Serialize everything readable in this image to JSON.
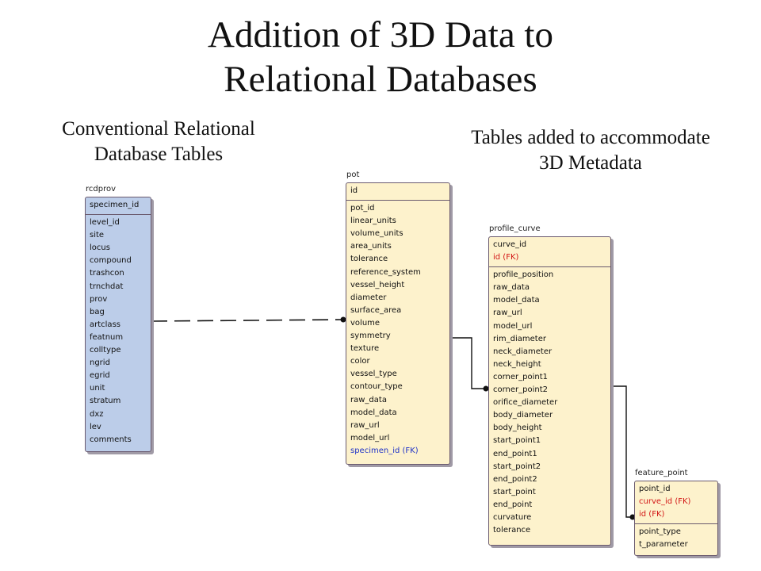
{
  "slide": {
    "title_line1": "Addition of 3D Data to",
    "title_line2": "Relational Databases",
    "left_caption_line1": "Conventional Relational",
    "left_caption_line2": "Database Tables",
    "right_caption_line1": "Tables added to accommodate",
    "right_caption_line2": "3D Metadata"
  },
  "colors": {
    "conventional_table_fill": "#bccde9",
    "added_table_fill": "#fdf2cc",
    "foreign_key_red": "#d21616",
    "foreign_key_blue": "#1f33c8"
  },
  "tables": {
    "rcdprov": {
      "name": "rcdprov",
      "keys": [
        "specimen_id"
      ],
      "attributes": [
        "level_id",
        "site",
        "locus",
        "compound",
        "trashcon",
        "trnchdat",
        "prov",
        "bag",
        "artclass",
        "featnum",
        "colltype",
        "ngrid",
        "egrid",
        "unit",
        "stratum",
        "dxz",
        "lev",
        "comments"
      ]
    },
    "pot": {
      "name": "pot",
      "keys": [
        "id"
      ],
      "attributes": [
        "pot_id",
        "linear_units",
        "volume_units",
        "area_units",
        "tolerance",
        "reference_system",
        "vessel_height",
        "diameter",
        "surface_area",
        "volume",
        "symmetry",
        "texture",
        "color",
        "vessel_type",
        "contour_type",
        "raw_data",
        "model_data",
        "raw_url",
        "model_url"
      ],
      "foreign_attributes": [
        "specimen_id (FK)"
      ]
    },
    "profile_curve": {
      "name": "profile_curve",
      "keys": [
        "curve_id"
      ],
      "foreign_keys": [
        "id (FK)"
      ],
      "attributes": [
        "profile_position",
        "raw_data",
        "model_data",
        "raw_url",
        "model_url",
        "rim_diameter",
        "neck_diameter",
        "neck_height",
        "corner_point1",
        "corner_point2",
        "orifice_diameter",
        "body_diameter",
        "body_height",
        "start_point1",
        "end_point1",
        "start_point2",
        "end_point2",
        "start_point",
        "end_point",
        "curvature",
        "tolerance"
      ]
    },
    "feature_point": {
      "name": "feature_point",
      "keys": [
        "point_id"
      ],
      "foreign_keys": [
        "curve_id (FK)",
        "id (FK)"
      ],
      "attributes": [
        "point_type",
        "t_parameter"
      ]
    }
  }
}
